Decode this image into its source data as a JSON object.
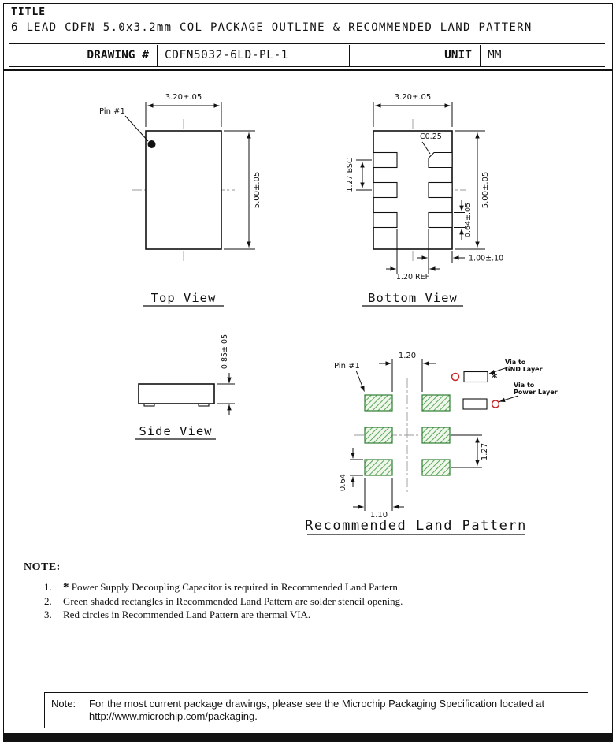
{
  "header": {
    "title_label": "TITLE",
    "title": "6 LEAD CDFN 5.0x3.2mm COL PACKAGE OUTLINE & RECOMMENDED LAND PATTERN",
    "drawing_label": "DRAWING #",
    "drawing_number": "CDFN5032-6LD-PL-1",
    "unit_label": "UNIT",
    "unit_value": "MM"
  },
  "views": {
    "top": {
      "label": "Top View",
      "pin1": "Pin #1",
      "dim_width": "3.20±.05",
      "dim_height": "5.00±.05"
    },
    "bottom": {
      "label": "Bottom View",
      "dim_width": "3.20±.05",
      "dim_height": "5.00±.05",
      "dim_chamfer": "C0.25",
      "dim_pitch": "1.27 BSC",
      "dim_pad_height": "0.64±.05",
      "dim_pad_width": "1.00±.10",
      "dim_ref": "1.20 REF"
    },
    "side": {
      "label": "Side View",
      "dim_height": "0.85±.05"
    },
    "land": {
      "label": "Recommended Land Pattern",
      "pin1": "Pin #1",
      "dim_gap": "1.20",
      "dim_pad_width": "1.10",
      "dim_pitch": "1.27",
      "dim_pad_height": "0.64",
      "star": "*",
      "via_gnd_line1": "Via to",
      "via_gnd_line2": "GND Layer",
      "via_power_line1": "Via to",
      "via_power_line2": "Power Layer"
    }
  },
  "notes": {
    "heading": "NOTE:",
    "items": [
      {
        "num": "1.",
        "prefix": "*",
        "text": " Power Supply Decoupling Capacitor is required in Recommended Land Pattern."
      },
      {
        "num": "2.",
        "prefix": "",
        "text": "Green shaded rectangles in Recommended Land Pattern are solder stencil opening."
      },
      {
        "num": "3.",
        "prefix": "",
        "text": "Red circles in Recommended Land Pattern are thermal VIA."
      }
    ]
  },
  "footer": {
    "note_label": "Note:",
    "text": "For the most current package drawings, please see the Microchip Packaging Specification located at",
    "url": "http://www.microchip.com/packaging."
  },
  "colors": {
    "stencil_green": "#2e7d32",
    "hatch_green": "#4b9e4b",
    "via_red": "#c62828",
    "line_black": "#111111"
  }
}
